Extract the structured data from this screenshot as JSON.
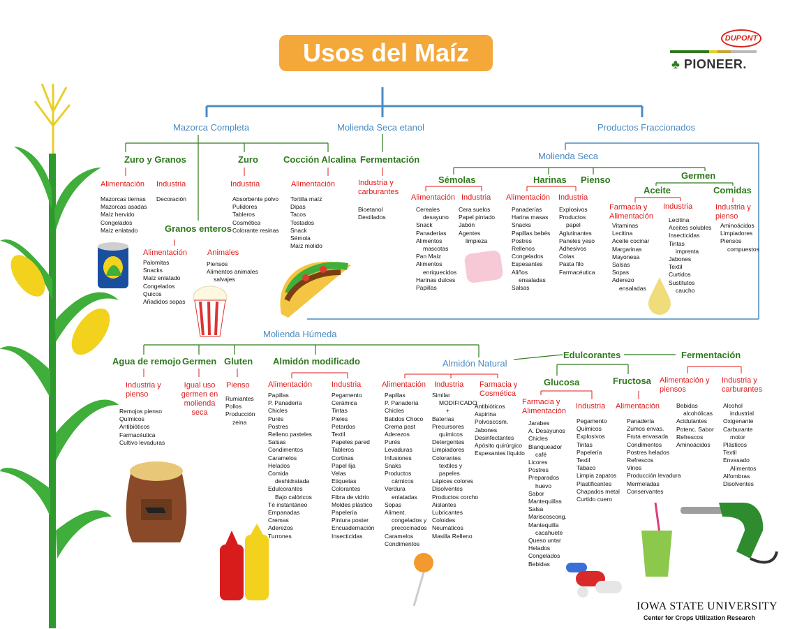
{
  "title": "Usos del Maíz",
  "logos": {
    "dupont": "DUPONT",
    "pioneer": "PIONEER.",
    "university": "IOWA STATE UNIVERSITY",
    "center": "Center for Crops Utilization Research"
  },
  "colors": {
    "title_bg": "#f4a83a",
    "blue_line": "#4a8bc4",
    "green_line": "#2f7a1e",
    "red_line": "#e01b1b"
  },
  "top": {
    "mazorca": "Mazorca Completa",
    "molienda_seca_etanol": "Molienda Seca etanol",
    "productos_fraccionados": "Productos Fraccionados",
    "molienda_seca": "Molienda Seca",
    "molienda_humeda": "Molienda Húmeda"
  },
  "mazorca": {
    "zuro_granos": {
      "label": "Zuro y Granos",
      "alim": {
        "label": "Alimentación",
        "items": [
          "Mazorcas tiernas",
          "Mazorcas asadas",
          "Maíz hervido",
          "Congelados",
          "Maíz enlatado"
        ]
      },
      "ind": {
        "label": "Industria",
        "items": [
          "Decoración"
        ]
      }
    },
    "zuro": {
      "label": "Zuro",
      "ind": {
        "label": "Industria",
        "items": [
          "Absorbente polvo",
          "Pulidores",
          "Tableros",
          "Cosmética",
          "Colorante resinas"
        ]
      }
    },
    "coccion": {
      "label": "Cocción Alcalina",
      "alim": {
        "label": "Alimentación",
        "items": [
          "Tortilla maíz",
          "Dipas",
          "Tacos",
          "Tostados",
          "Snack",
          "Sémola",
          "Maíz molido"
        ]
      }
    },
    "granos_enteros": {
      "label": "Granos enteros",
      "alim": {
        "label": "Alimentación",
        "items": [
          "Palomitas",
          "Snacks",
          "Maíz enlatado",
          "Congelados",
          "Quicos",
          "Añadidos sopas"
        ]
      },
      "anim": {
        "label": "Animales",
        "items": [
          "Piensos",
          "Alimentos animales",
          "salvajes"
        ]
      }
    }
  },
  "etanol": {
    "fermentacion": "Fermentación",
    "ind": {
      "label": "Industria y carburantes",
      "items": [
        "Bioetanol",
        "Destilados"
      ]
    }
  },
  "seca": {
    "semolas": {
      "label": "Sémolas",
      "alim": {
        "label": "Alimentación",
        "items": [
          "Cereales",
          "desayuno",
          "Snack",
          "Panaderías",
          "Alimentos",
          "mascotas",
          "Pan Maíz",
          "Alimentos",
          "enriquecidos",
          "Harinas dulces",
          "Papillas"
        ]
      },
      "ind": {
        "label": "Industria",
        "items": [
          "Cera suelos",
          "Papel pintado",
          "Jabón",
          "Agentes",
          "limpieza"
        ]
      }
    },
    "harinas": {
      "label": "Harinas",
      "alim": {
        "label": "Alimentación",
        "items": [
          "Panaderías",
          "Harina masas",
          "Snacks",
          "Papillas bebés",
          "Postres",
          "Rellenos",
          "Congelados",
          "Espesantes",
          "Aliños",
          "ensaladas",
          "Salsas"
        ]
      },
      "ind": {
        "label": "Industria",
        "items": [
          "Explosivos",
          "Productos",
          "papel",
          "Aglutinantes",
          "Paneles yeso",
          "Adhesivos",
          "Colas",
          "Pasta filo",
          "Farmacéutica"
        ]
      }
    },
    "pienso": "Pienso",
    "germen": {
      "label": "Germen",
      "aceite": {
        "label": "Aceite",
        "farm": {
          "label": "Farmacia y Alimentación",
          "items": [
            "Vitaminas",
            "Lecitina",
            "Aceite cocinar",
            "Margarinas",
            "Mayonesa",
            "Salsas",
            "Sopas",
            "Aderezo",
            "ensaladas"
          ]
        },
        "ind": {
          "label": "Industria",
          "items": [
            "Lecitina",
            "Aceites solubles",
            "Insecticidas",
            "Tintas",
            "imprenta",
            "Jabones",
            "Textil",
            "Curtidos",
            "Sustitutos",
            "caucho"
          ]
        }
      },
      "comidas": {
        "label": "Comidas",
        "ind": {
          "label": "Industria y pienso",
          "items": [
            "Aminoácidos",
            "Limpiadores",
            "Piensos",
            "compuestos"
          ]
        }
      }
    }
  },
  "humeda": {
    "remojo": {
      "label": "Agua de remojo",
      "ind": {
        "label": "Industria y pienso",
        "items": [
          "Remojos pienso",
          "Químicos",
          "Antibióticos",
          "Farmacéutica",
          "Cultivo levaduras"
        ]
      }
    },
    "germen": {
      "label": "Germen",
      "note": "Igual uso germen en molienda seca"
    },
    "gluten": {
      "label": "Gluten",
      "pienso": {
        "label": "Pienso",
        "items": [
          "Rumiantes",
          "Pollos",
          "Producción",
          "zeina"
        ]
      }
    },
    "modificado": {
      "label": "Almidón modificado",
      "alim": {
        "label": "Alimentación",
        "items": [
          "Papillas",
          "P. Panadería",
          "Chicles",
          "Purés",
          "Postres",
          "Relleno pasteles",
          "Salsas",
          "Condimentos",
          "Caramelos",
          "Helados",
          "Comida",
          "deshidratada",
          "Edulcorantes",
          "Bajo calóricos",
          "Té instantáneo",
          "Empanadas",
          "Cremas",
          "Aderezos",
          "Turrones"
        ]
      },
      "ind": {
        "label": "Industria",
        "items": [
          "Pegamento",
          "Cerámica",
          "Tintas",
          "Pieles",
          "Petardos",
          "Textil",
          "Papeles pared",
          "Tableros",
          "Cortinas",
          "Papel lija",
          "Velas",
          "Etiquetas",
          "Colorantes",
          "Fibra de vidrio",
          "Moldes plástico",
          "Papelería",
          "Pintura poster",
          "Encuadernación",
          "Insecticidas"
        ]
      }
    },
    "natural": {
      "label": "Almidón Natural",
      "alim": {
        "label": "Alimentación",
        "items": [
          "Papillas",
          "P. Panadería",
          "Chicles",
          "Batidos Choco",
          "Crema past",
          "Aderezos",
          "Purés",
          "Levaduras",
          "Infusiones",
          "Snaks",
          "Productos",
          "cárnicos",
          "Verdura",
          "enlatadas",
          "Sopas",
          "Aliment.",
          "congelados y",
          "precocinados",
          "Caramelos",
          "Condimentos"
        ]
      },
      "ind": {
        "label": "Industria",
        "items": [
          "Similar",
          "MODIFICADO",
          "+",
          "Baterías",
          "Precursores",
          "químicos",
          "Detergentes",
          "Limpiadores",
          "Colorantes",
          "textiles y",
          "papeles",
          "Lápices colores",
          "Disolventes",
          "Productos corcho",
          "Aislantes",
          "Lubricantes",
          "Coloides",
          "Neumáticos",
          "Masilla Relleno"
        ]
      },
      "farm": {
        "label": "Farmacia y Cosmética",
        "items": [
          "Antibióticos",
          "Aspirina",
          "Polvoscosm.",
          "Jabones",
          "Desinfectantes",
          "Apósito quirúrgico",
          "Espesantes líquido"
        ]
      }
    },
    "edulcorantes": {
      "label": "Edulcorantes",
      "glucosa": {
        "label": "Glucosa",
        "farm": {
          "label": "Farmacia y Alimentación",
          "items": [
            "Jarabes",
            "A. Desayunos",
            "Chicles",
            "Blanqueador",
            "café",
            "Licores",
            "Postres",
            "Preparados",
            "huevo",
            "Sabor",
            "Mantequillas",
            "Salsa",
            "Mariscoscong.",
            "Mantequilla",
            "cacahuete",
            "Queso untar",
            "Helados",
            "Congelados",
            "Bebidas"
          ]
        },
        "ind": {
          "label": "Industria",
          "items": [
            "Pegamento",
            "Químicos",
            "Explosivos",
            "Tintas",
            "Papelería",
            "Textil",
            "Tabaco",
            "Limpia zapatos",
            "Plastificantes",
            "Chapados metal",
            "Curtido cuero"
          ]
        }
      },
      "fructosa": {
        "label": "Fructosa",
        "alim": {
          "label": "Alimentación",
          "items": [
            "Panadería",
            "Zumos envas.",
            "Fruta envasada",
            "Condimentos",
            "Postres helados",
            "Refrescos",
            "Vinos",
            "Producción levadura",
            "Mermeladas",
            "Conservantes"
          ]
        }
      }
    },
    "fermentacion": {
      "label": "Fermentación",
      "alim": {
        "label": "Alimentación y piensos",
        "items": [
          "Bebidas",
          "alcohólicas",
          "Acidulantes",
          "Potenc. Sabor",
          "Refrescos",
          "Aminoácidos"
        ]
      },
      "ind": {
        "label": "Industria y carburantes",
        "items": [
          "Alcohol",
          "industrial",
          "Oxigenante",
          "Carburante",
          "motor",
          "Plásticos",
          "Textil",
          "Envasado",
          "Alimentos",
          "Alfombras",
          "Disolventes"
        ]
      }
    }
  }
}
